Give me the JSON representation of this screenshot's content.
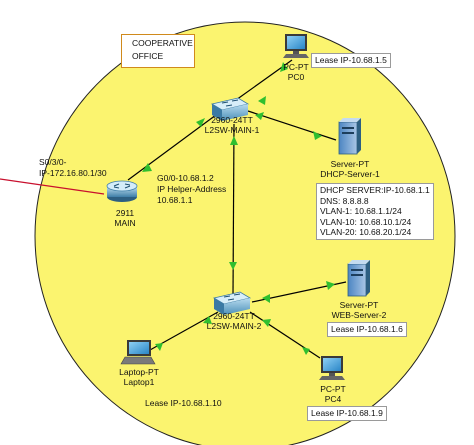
{
  "office": {
    "line1": "COOPERATIVE",
    "line2": "OFFICE"
  },
  "router": {
    "model": "2911",
    "name": "MAIN",
    "wan_if": "S0/3/0-",
    "wan_ip": "IP-172.16.80.1/30",
    "lan_if_ip": "G0/0-10.68.1.2",
    "helper_label": "IP Helper-Address",
    "helper_ip": "10.68.1.1"
  },
  "switch1": {
    "model": "2960-24TT",
    "name": "L2SW-MAIN-1"
  },
  "switch2": {
    "model": "2960-24TT",
    "name": "L2SW-MAIN-2"
  },
  "pc0": {
    "type": "PC-PT",
    "name": "PC0",
    "lease": "Lease IP-10.68.1.5"
  },
  "dhcp_server": {
    "type": "Server-PT",
    "name": "DHCP-Server-1",
    "config": [
      "DHCP SERVER:IP-10.68.1.1",
      "DNS: 8.8.8.8",
      "VLAN-1: 10.68.1.1/24",
      "VLAN-10: 10.68.10.1/24",
      "VLAN-20: 10.68.20.1/24"
    ]
  },
  "web_server": {
    "type": "Server-PT",
    "name": "WEB-Server-2",
    "lease": "Lease IP-10.68.1.6"
  },
  "laptop": {
    "type": "Laptop-PT",
    "name": "Laptop1",
    "lease": "Lease IP-10.68.1.10"
  },
  "pc4": {
    "type": "PC-PT",
    "name": "PC4",
    "lease": "Lease IP-10.68.1.9"
  },
  "colors": {
    "zone_fill": "#fbf46f",
    "zone_border": "#222222",
    "link": "#000000",
    "wan_link": "#c8102e",
    "link_arrow": "#2fbf2f",
    "office_border": "#d08a1c"
  },
  "icons": {
    "router": "router-icon",
    "switch": "switch-icon",
    "pc": "desktop-pc-icon",
    "server": "server-tower-icon",
    "laptop": "laptop-icon"
  }
}
